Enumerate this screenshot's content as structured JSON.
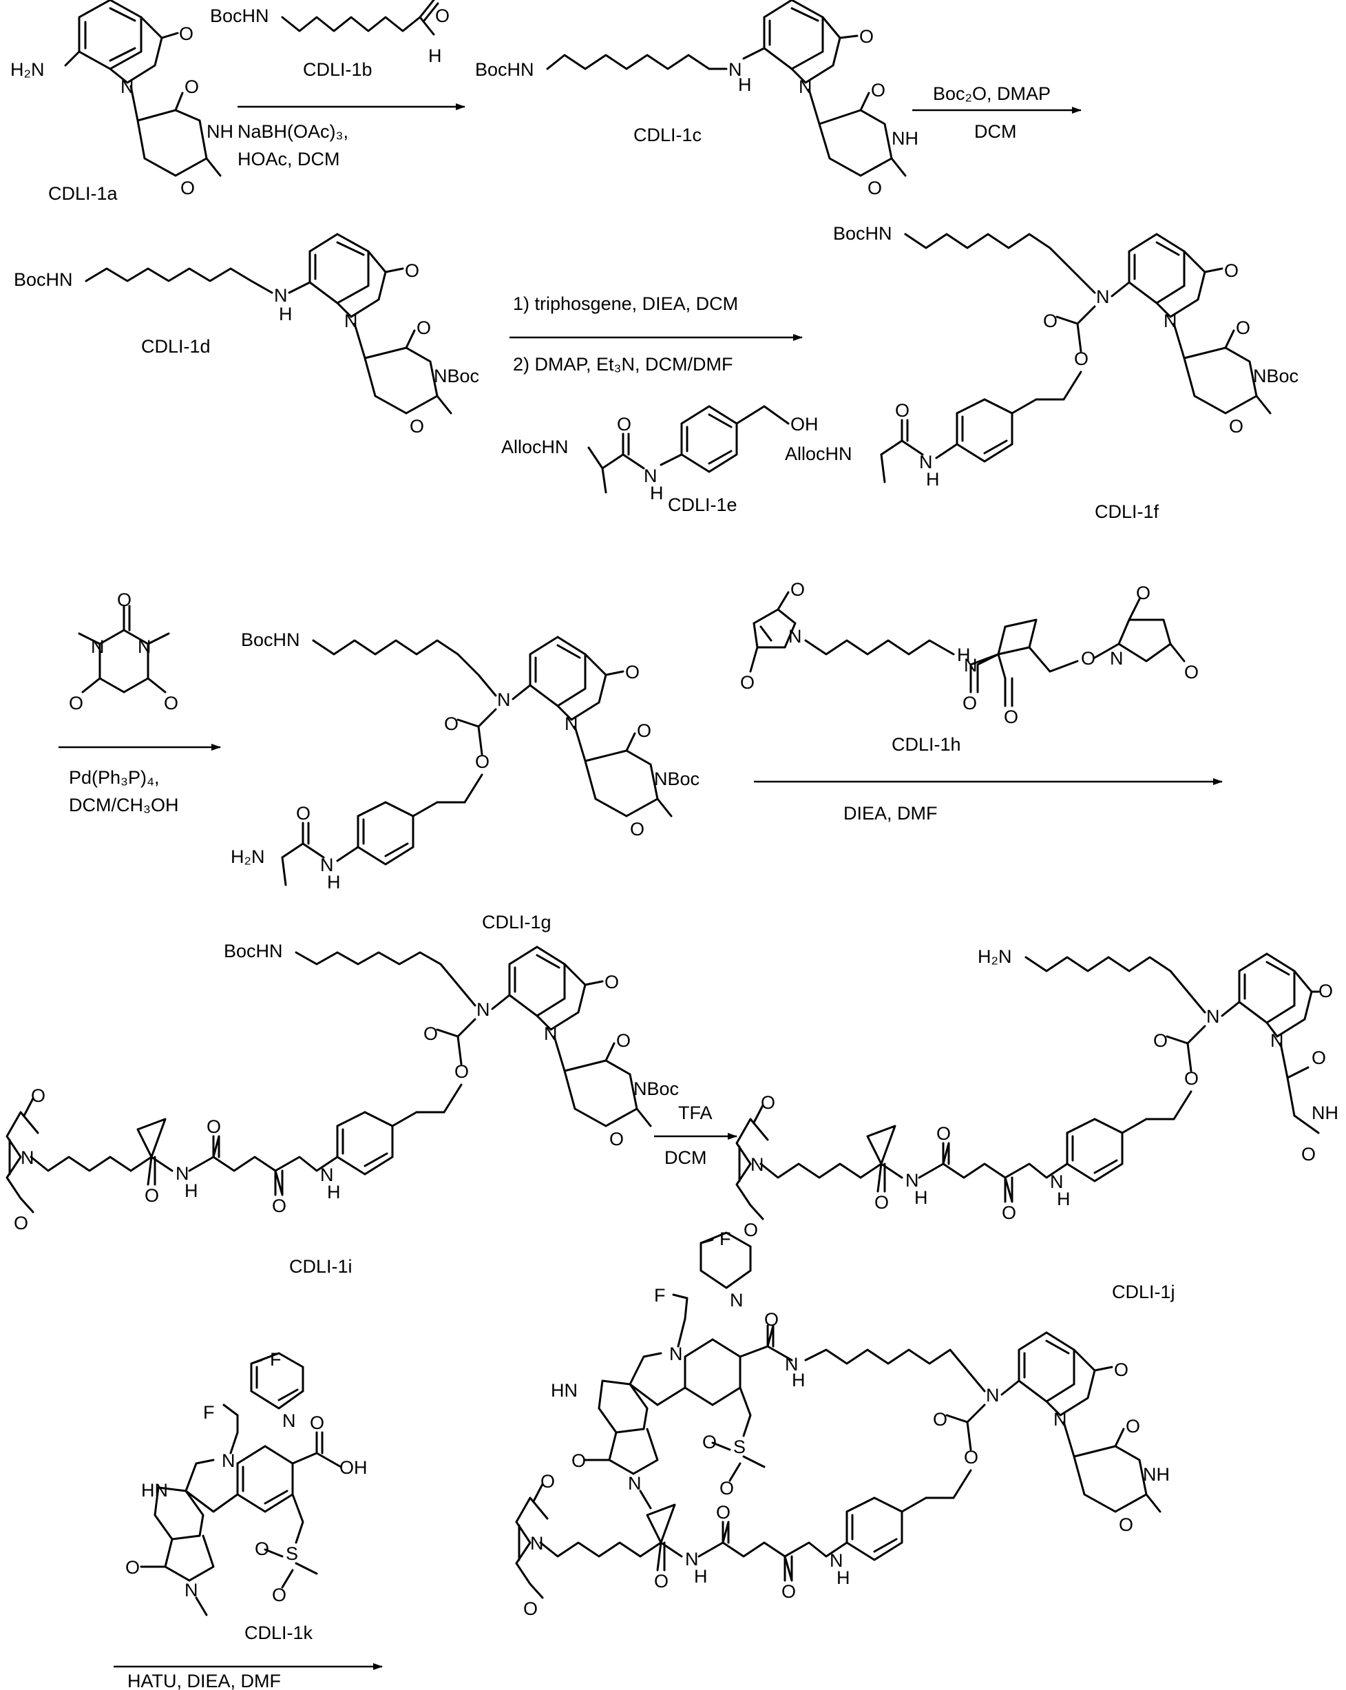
{
  "compounds": {
    "c1a": "CDLI-1a",
    "c1b": "CDLI-1b",
    "c1c": "CDLI-1c",
    "c1d": "CDLI-1d",
    "c1e": "CDLI-1e",
    "c1f": "CDLI-1f",
    "c1g": "CDLI-1g",
    "c1h": "CDLI-1h",
    "c1i": "CDLI-1i",
    "c1j": "CDLI-1j",
    "c1k": "CDLI-1k"
  },
  "conditions": {
    "s1_line1": "NaBH(OAc)₃,",
    "s1_line2": "HOAc, DCM",
    "s2_line1": "Boc₂O, DMAP",
    "s2_line2": "DCM",
    "s3_line1": "1)  triphosgene, DIEA, DCM",
    "s3_line2": "2) DMAP,  Et₃N, DCM/DMF",
    "s4_line1": "Pd(Ph₃P)₄,",
    "s4_line2": "DCM/CH₃OH",
    "s5_line1": "DIEA, DMF",
    "s6_line1": "TFA",
    "s6_line2": "DCM",
    "s7_line1": "HATU, DIEA, DMF"
  },
  "atoms": {
    "a_h2n": "H₂N",
    "h2n": "H₂N",
    "o": "O",
    "n": "N",
    "h": "H",
    "nh": "NH",
    "hn": "HN",
    "nboc": "NBoc",
    "bochn": "BocHN",
    "allochn": "AllocHN",
    "oh": "OH",
    "f": "F",
    "s": "S"
  }
}
